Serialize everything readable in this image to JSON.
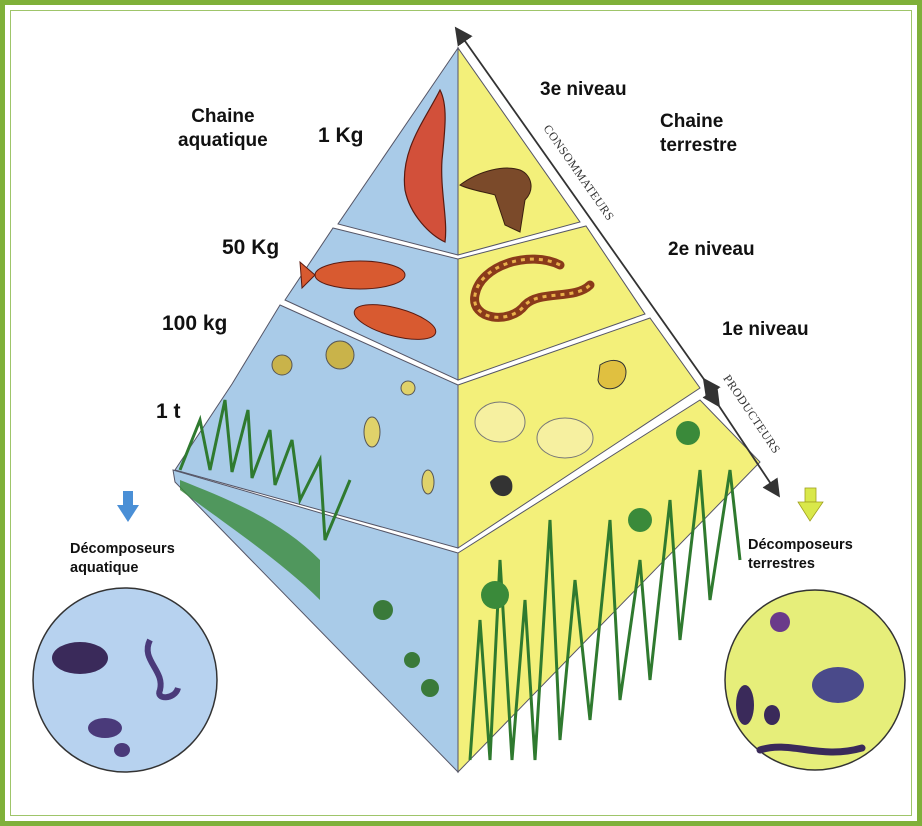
{
  "aquatic_chain_label": "Chaine\naquatique",
  "terrestrial_chain_label": "Chaine\nterrestre",
  "masses": {
    "top": "1 Kg",
    "second": "50 Kg",
    "third": "100 kg",
    "base": "1 t"
  },
  "levels": {
    "third": "3e niveau",
    "second": "2e niveau",
    "first": "1e niveau"
  },
  "side_arrows": {
    "consumers": "CONSOMMATEURS",
    "producers": "PRODUCTEURS"
  },
  "decomposers": {
    "aquatic": "Décomposeurs\naquatique",
    "terrestrial": "Décomposeurs\nterrestres"
  },
  "colors": {
    "frame": "#7fb03a",
    "water": "#a9cbe8",
    "land": "#f3f07a",
    "arrow_blue": "#4a8fd6",
    "arrow_yellow": "#d9e84a"
  }
}
